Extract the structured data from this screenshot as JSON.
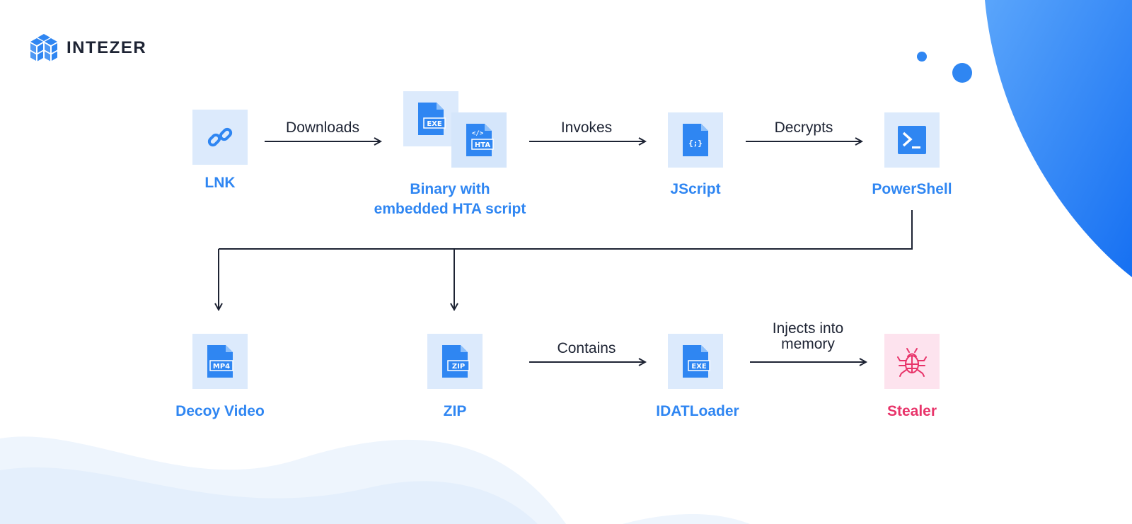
{
  "brand": {
    "name": "INTEZER",
    "icon": "cube-logo-icon",
    "color": "#2f86f2"
  },
  "colors": {
    "accent": "#2f86f2",
    "danger": "#e8346a",
    "line": "#1d2333",
    "tile": "#dceafc",
    "tile_danger": "#fde3ee"
  },
  "nodes": {
    "lnk": {
      "label": "LNK",
      "icon": "link-icon"
    },
    "binary": {
      "label_line1": "Binary with",
      "label_line2": "embedded HTA script",
      "icons": [
        "exe-file-icon",
        "hta-file-icon"
      ],
      "exe_tag": "EXE",
      "hta_tag": "HTA"
    },
    "jscript": {
      "label": "JScript",
      "icon": "jscript-file-icon",
      "tag": "{;}"
    },
    "powershell": {
      "label": "PowerShell",
      "icon": "terminal-icon"
    },
    "decoy": {
      "label": "Decoy Video",
      "icon": "mp4-file-icon",
      "tag": "MP4"
    },
    "zip": {
      "label": "ZIP",
      "icon": "zip-file-icon",
      "tag": "ZIP"
    },
    "idat": {
      "label": "IDATLoader",
      "icon": "exe-file-icon",
      "tag": "EXE"
    },
    "stealer": {
      "label": "Stealer",
      "icon": "bug-icon"
    }
  },
  "edges": {
    "downloads": "Downloads",
    "invokes": "Invokes",
    "decrypts": "Decrypts",
    "contains": "Contains",
    "injects_line1": "Injects into",
    "injects_line2": "memory"
  }
}
